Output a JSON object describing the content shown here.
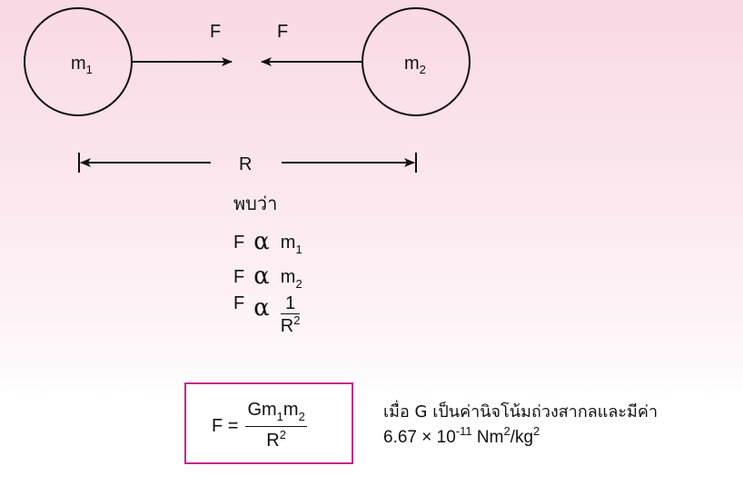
{
  "diagram": {
    "mass1": {
      "label": "m",
      "subscript": "1"
    },
    "mass2": {
      "label": "m",
      "subscript": "2"
    },
    "force_left_label": "F",
    "force_right_label": "F",
    "distance_label": "R"
  },
  "relations": {
    "heading": "พบว่า",
    "force_symbol": "F",
    "alpha_symbol": "α",
    "rel1": {
      "base": "m",
      "subscript": "1"
    },
    "rel2": {
      "base": "m",
      "subscript": "2"
    },
    "rel3": {
      "numerator": "1",
      "den_base": "R",
      "den_superscript": "2"
    }
  },
  "formula": {
    "lhs": "F =",
    "numerator": {
      "g": "Gm",
      "sub1": "1",
      "m": "m",
      "sub2": "2"
    },
    "denominator": {
      "base": "R",
      "superscript": "2"
    },
    "box_color": "#c2278f"
  },
  "note": {
    "line1": "เมื่อ G เป็นค่านิจโน้มถ่วงสากลและมีค่า",
    "value": "6.67 × 10",
    "exponent": "-11",
    "unit_part1": "Nm",
    "unit_sup1": "2",
    "unit_part2": "/kg",
    "unit_sup2": "2"
  }
}
